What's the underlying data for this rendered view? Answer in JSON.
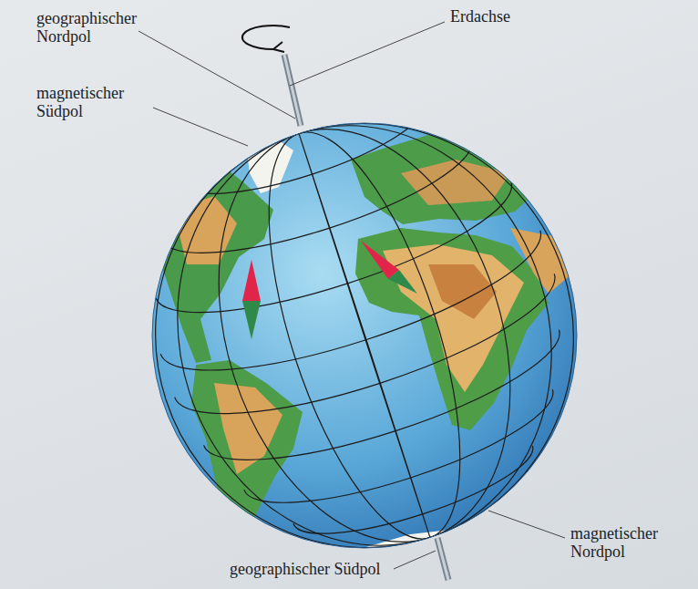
{
  "diagram": {
    "labels": [
      "geographischer Nordpol",
      "Erdachse",
      "magnetischer Südpol",
      "magnetischer Nordpol",
      "geographischer Südpol"
    ]
  }
}
